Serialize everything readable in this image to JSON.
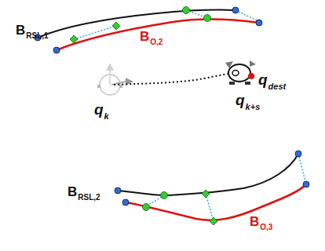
{
  "diagram": {
    "labels": [
      "B",
      "RSL,1",
      "B",
      "O,2",
      "q",
      "k",
      "q",
      "dest",
      "q",
      "k+s",
      "B",
      "RSL,2",
      "B",
      "O,3"
    ]
  }
}
